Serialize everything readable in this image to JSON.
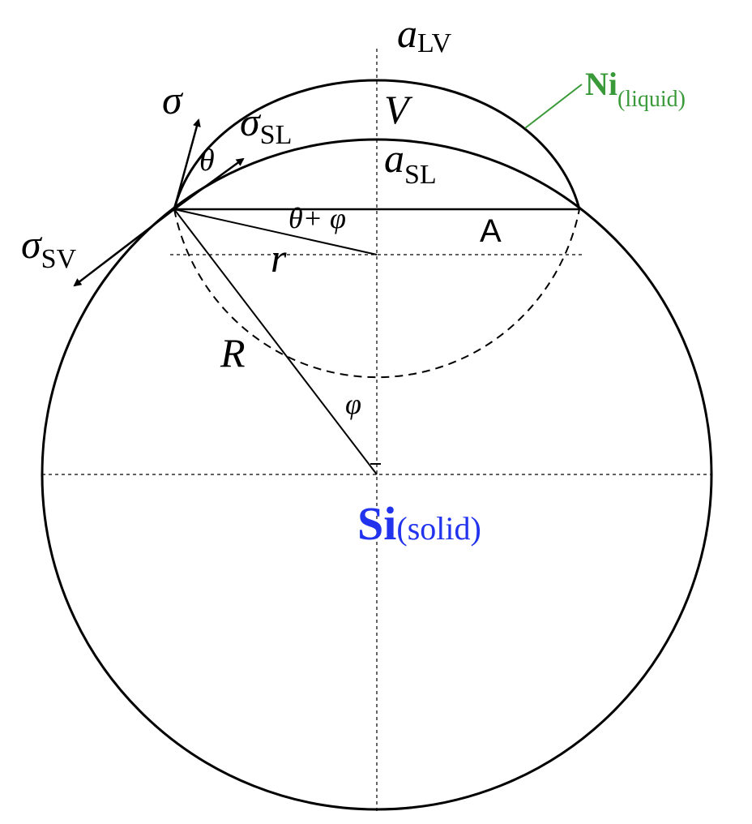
{
  "labels": {
    "a_lv": {
      "main": "a",
      "sub": "LV"
    },
    "v": "V",
    "ni": {
      "main": "Ni",
      "sub": "(liquid)"
    },
    "sigma": "σ",
    "sigma_sl": {
      "main": "σ",
      "sub": "SL"
    },
    "theta": "θ",
    "a_sl": {
      "main": "a",
      "sub": "SL"
    },
    "theta_plus_phi": "θ+ φ",
    "area": "A",
    "sigma_sv": {
      "main": "σ",
      "sub": "SV"
    },
    "r": "r",
    "big_r": "R",
    "phi": "φ",
    "si": {
      "main": "Si",
      "sub": "(solid)"
    }
  },
  "colors": {
    "ni": "#3a9a3a",
    "si": "#2233ee",
    "line": "#000000"
  }
}
